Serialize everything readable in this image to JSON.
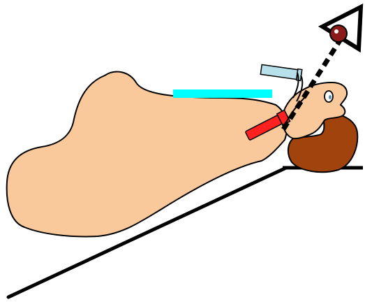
{
  "diagram": {
    "subject": "patient-lying-on-inclined-board",
    "colors": {
      "background": "#ffffff",
      "outline": "#000000",
      "skin": "#f9c89b",
      "hair": "#a0430d",
      "cyan_marker": "#00ffff",
      "tube_body": "#b8e0ea",
      "laryngoscope_handle": "#ff2020",
      "eye_iris": "#8b1a1a",
      "sightline": "#000000"
    },
    "elements": [
      {
        "name": "incline-board",
        "icon": "ramp-line"
      },
      {
        "name": "head-rest",
        "icon": "flat-line"
      },
      {
        "name": "patient-body",
        "icon": "torso-shape"
      },
      {
        "name": "patient-head",
        "icon": "head-shape"
      },
      {
        "name": "patient-hair",
        "icon": "hair-shape"
      },
      {
        "name": "patient-eye",
        "icon": "closed-eye"
      },
      {
        "name": "cyan-bar",
        "icon": "horizontal-bar"
      },
      {
        "name": "tube",
        "icon": "tube"
      },
      {
        "name": "laryngoscope",
        "icon": "red-handle"
      },
      {
        "name": "sightline",
        "icon": "dashed-line"
      },
      {
        "name": "observer-eye",
        "icon": "eye-icon"
      }
    ]
  }
}
